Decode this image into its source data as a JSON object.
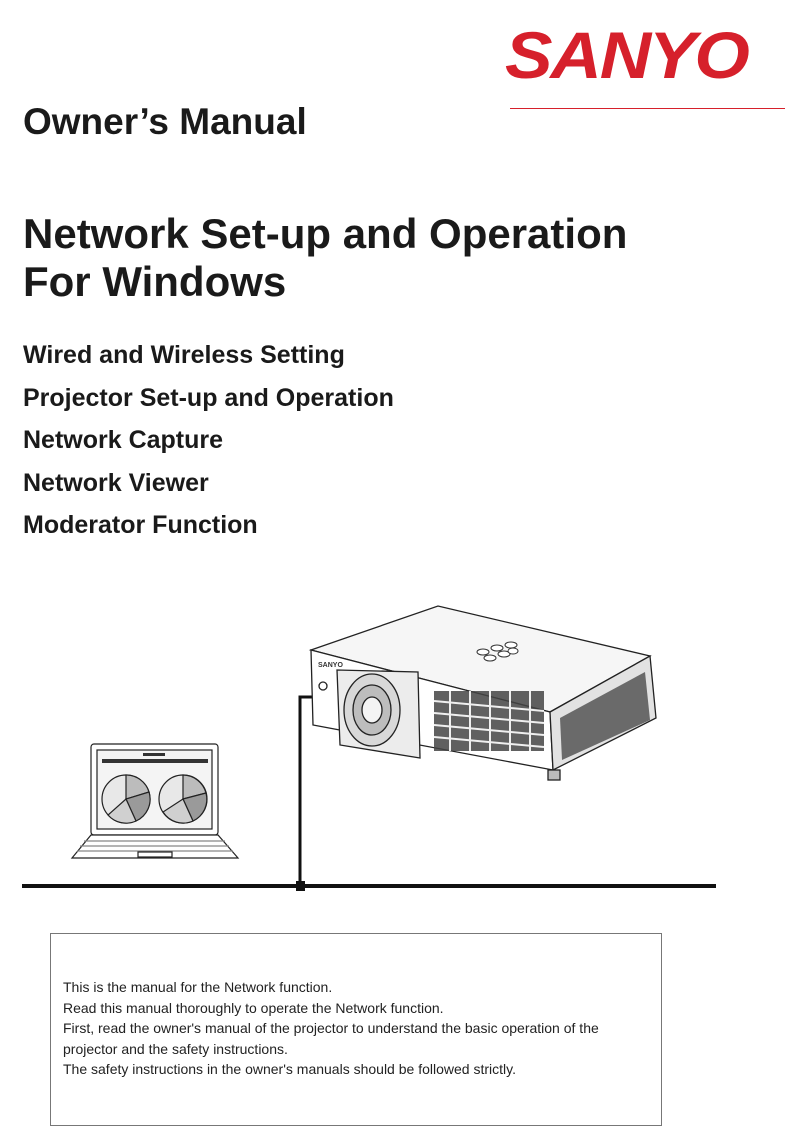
{
  "brand": {
    "logo_text": "SANYO",
    "color": "#d6202b"
  },
  "document": {
    "kind_label": "Owner’s Manual",
    "title_lines": [
      "Network Set-up and Operation",
      "For Windows"
    ],
    "topics": [
      "Wired and Wireless Setting",
      "Projector Set-up and Operation",
      "Network Capture",
      "Network Viewer",
      "Moderator Function"
    ]
  },
  "illustration": {
    "projector_brand": "SANYO",
    "devices": [
      "laptop-icon",
      "projector-icon",
      "network-cable"
    ]
  },
  "notice": {
    "lines": [
      "This is the manual for the Network function.",
      "Read this manual thoroughly to operate the Network function.",
      "First, read the owner's manual of the projector to understand the basic operation of the projector and the safety instructions.",
      "The safety instructions in the owner's manuals should be followed strictly."
    ]
  }
}
